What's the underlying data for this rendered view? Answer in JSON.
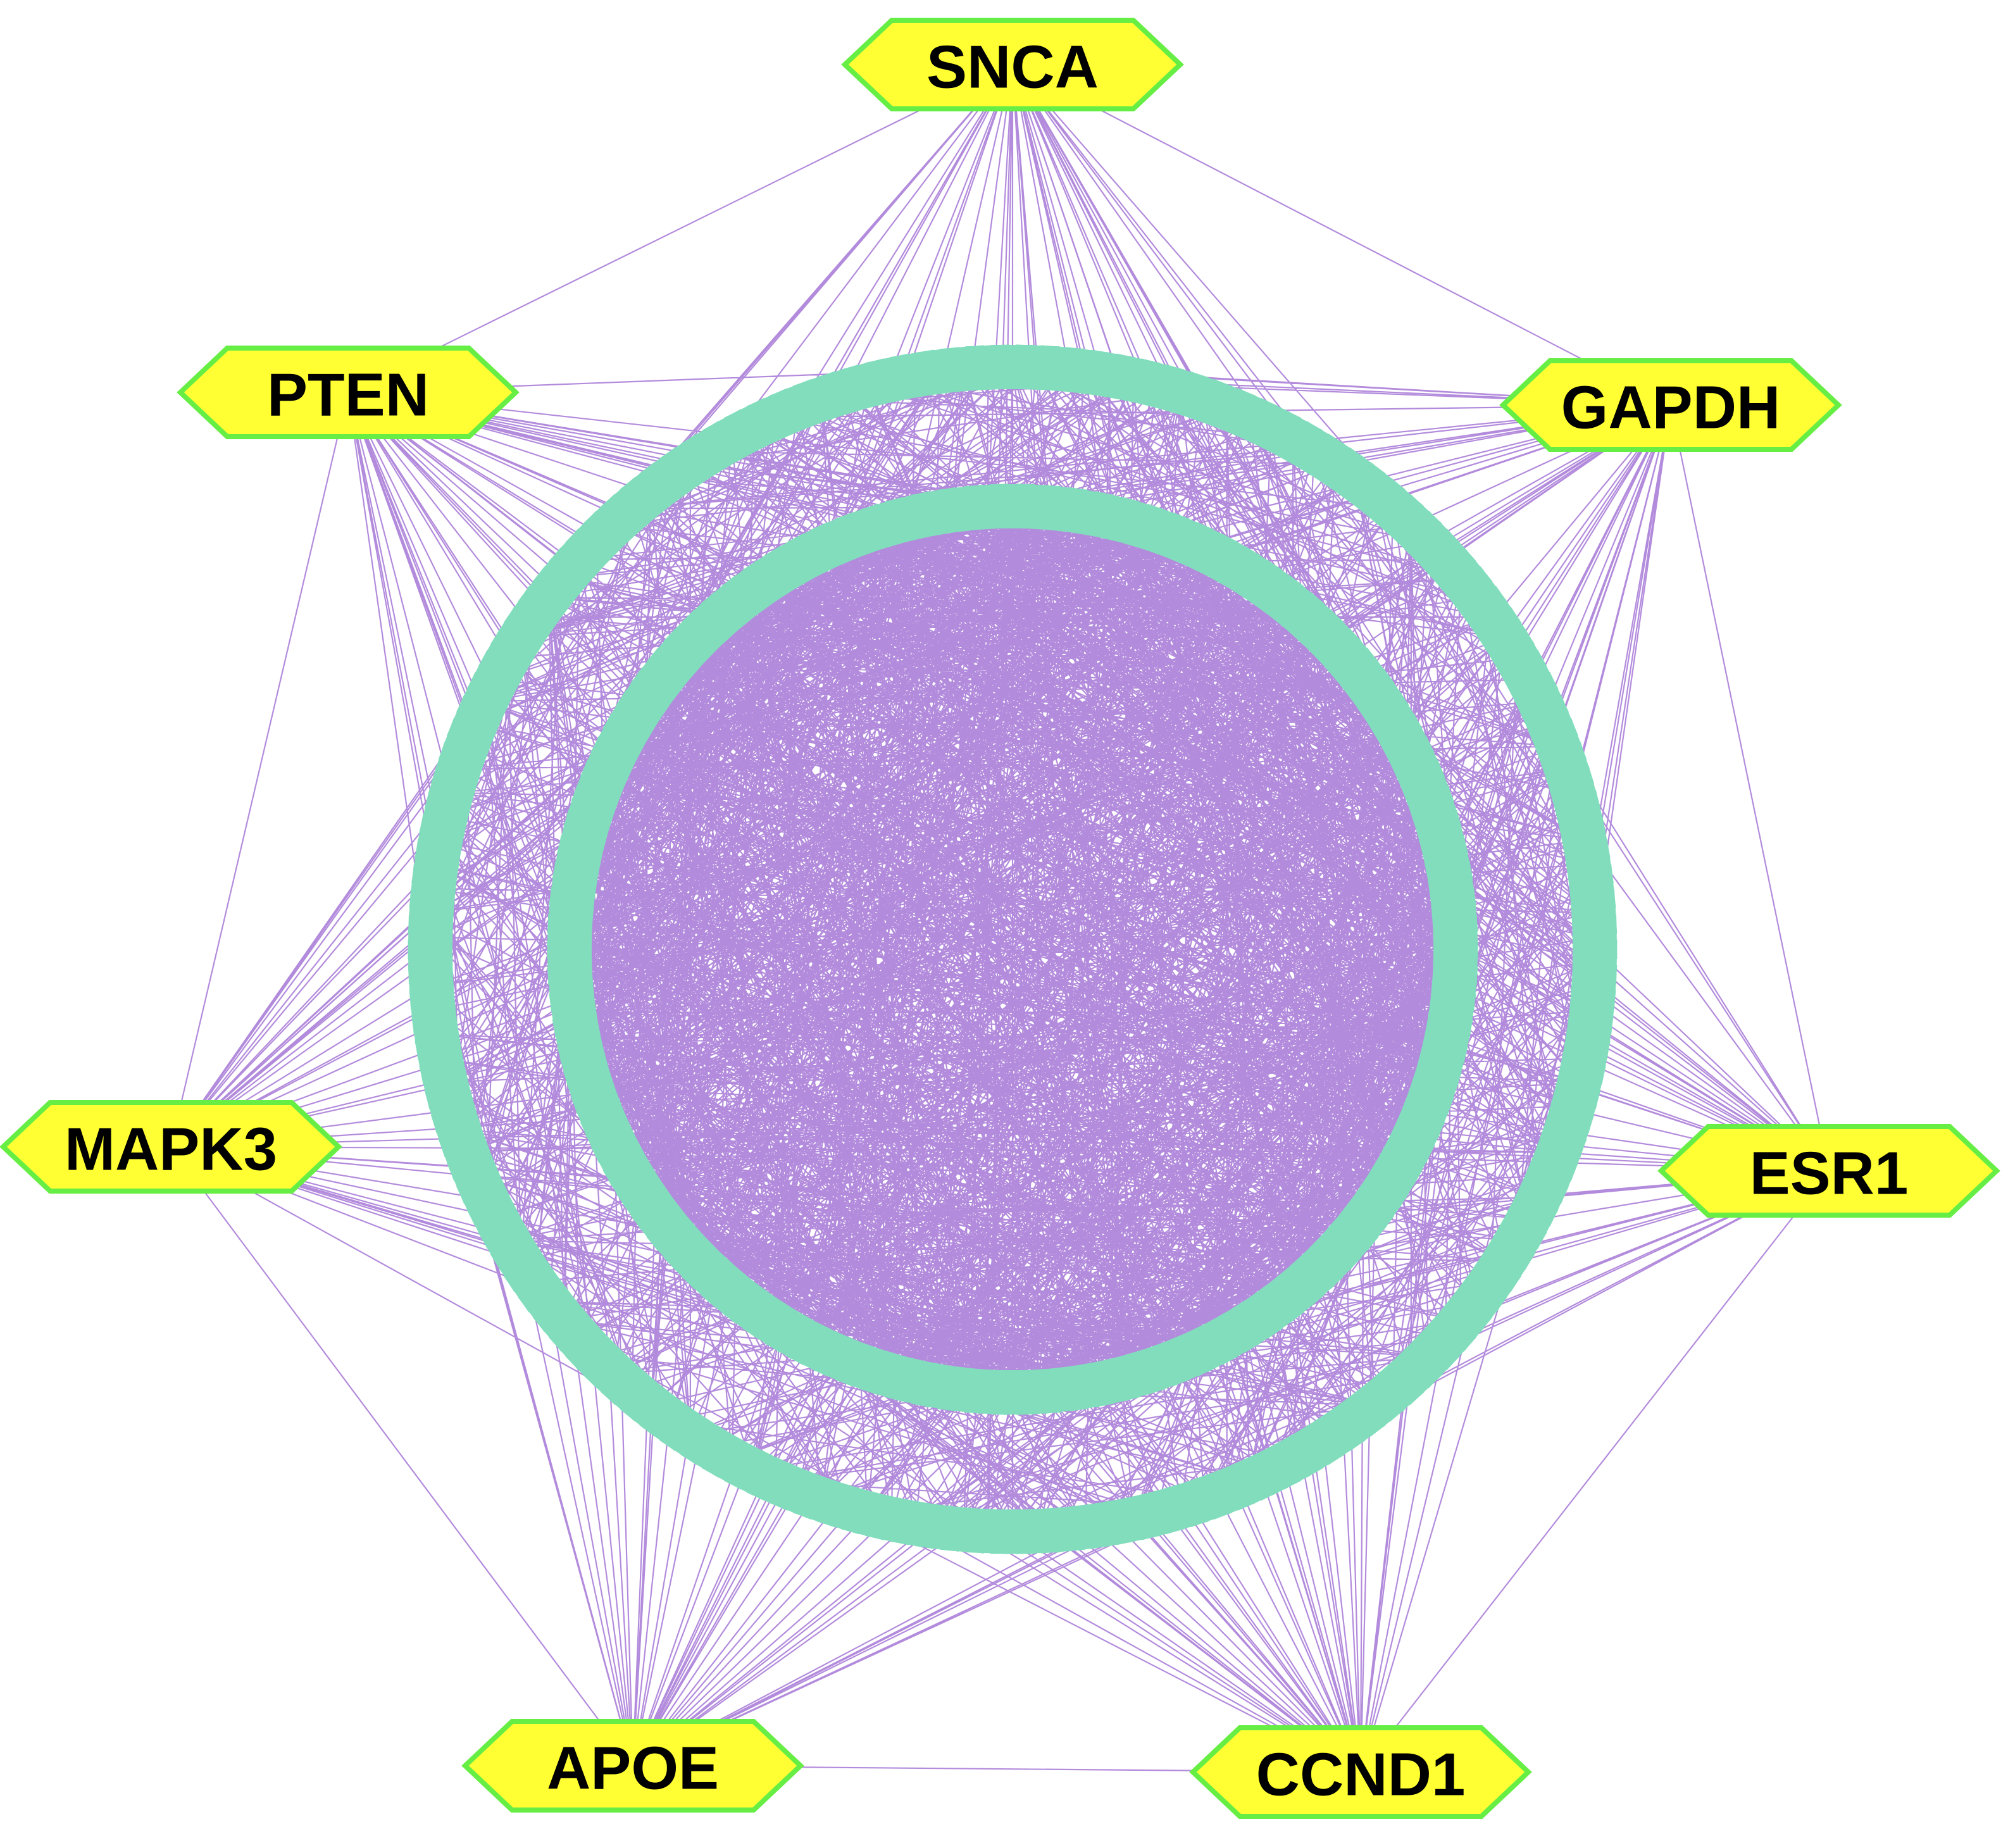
{
  "hubs": [
    {
      "label": "SNCA"
    },
    {
      "label": "GAPDH"
    },
    {
      "label": "ESR1"
    },
    {
      "label": "CCND1"
    },
    {
      "label": "APOE"
    },
    {
      "label": "MAPK3"
    },
    {
      "label": "PTEN"
    }
  ],
  "rings": {
    "outer_node_count": 150,
    "inner_node_count": 110
  },
  "colors": {
    "hub_fill": "#FFFF33",
    "hub_stroke": "#66EE44",
    "node_fill": "#82DDBD",
    "edge": "#B38BDC",
    "background": "#FFFFFF"
  }
}
